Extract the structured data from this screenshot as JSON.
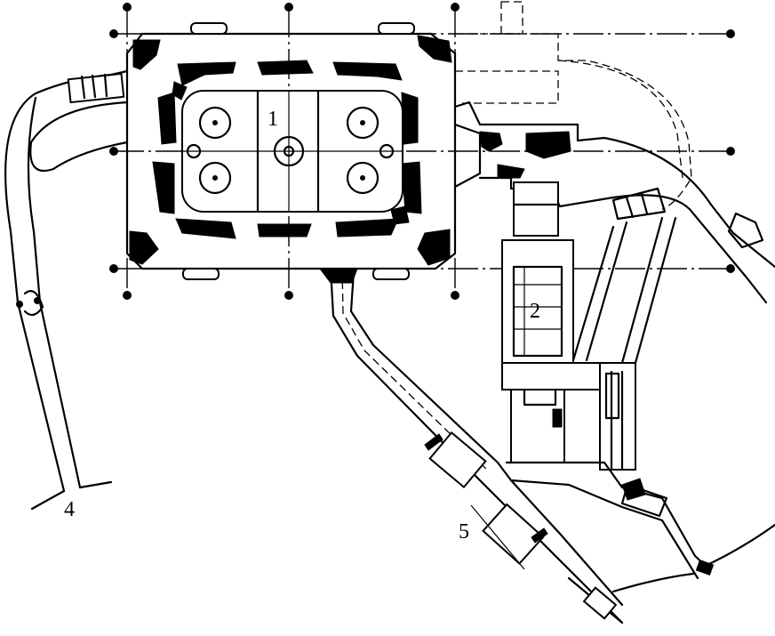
{
  "diagram": {
    "labels": {
      "l1": "1",
      "l2": "2",
      "l4": "4",
      "l5": "5"
    }
  }
}
